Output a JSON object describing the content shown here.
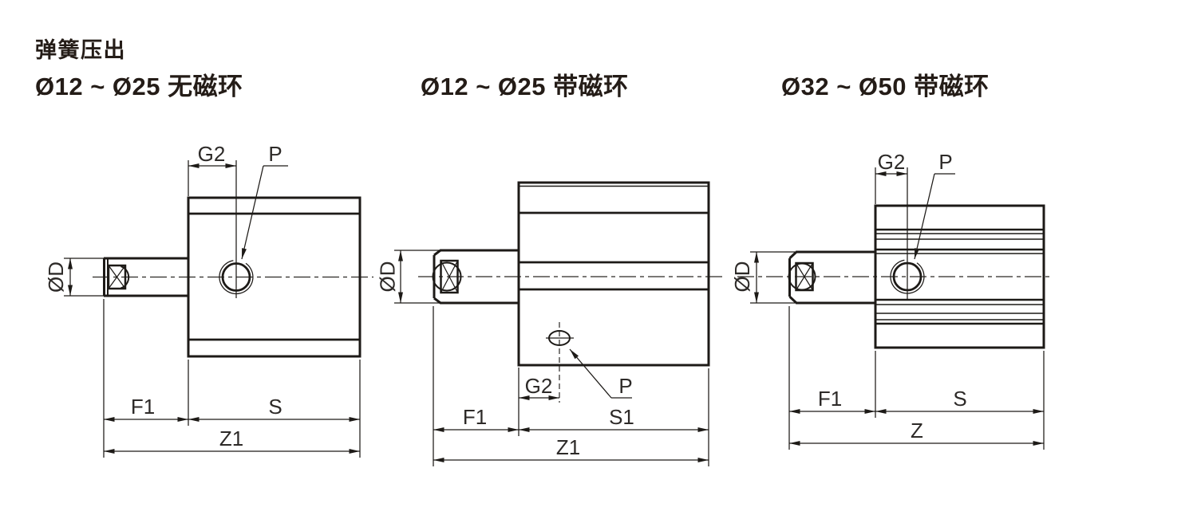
{
  "page": {
    "title": "弹簧压出",
    "background": "#ffffff",
    "line_color": "#1d1a17",
    "label_color": "#2d2a28",
    "heading_color": "#241c17"
  },
  "drawings": [
    {
      "heading": "Ø12 ~ Ø25 无磁环",
      "labels": {
        "g2": "G2",
        "p": "P",
        "diameter": "ØD",
        "f1": "F1",
        "s": "S",
        "z1": "Z1"
      }
    },
    {
      "heading": "Ø12 ~ Ø25 带磁环",
      "labels": {
        "g2": "G2",
        "p": "P",
        "diameter": "ØD",
        "f1": "F1",
        "s1": "S1",
        "z1": "Z1"
      }
    },
    {
      "heading": "Ø32 ~ Ø50 带磁环",
      "labels": {
        "g2": "G2",
        "p": "P",
        "diameter": "ØD",
        "f1": "F1",
        "s": "S",
        "z": "Z"
      }
    }
  ]
}
